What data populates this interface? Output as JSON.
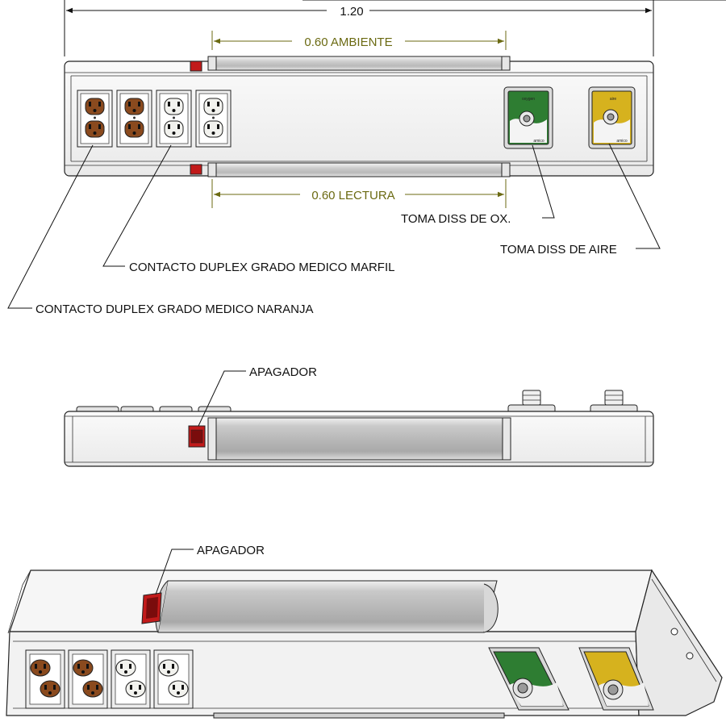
{
  "dimensions": {
    "total": "1.20",
    "ambient": "0.60 AMBIENTE",
    "reading": "0.60 LECTURA"
  },
  "labels": {
    "oxygen_outlet": "TOMA DISS DE OX.",
    "air_outlet": "TOMA DISS DE AIRE",
    "ivory_outlet": "CONTACTO DUPLEX GRADO MEDICO MARFIL",
    "orange_outlet": "CONTACTO DUPLEX GRADO MEDICO NARANJA",
    "switch_side": "APAGADOR",
    "switch_iso": "APAGADOR"
  },
  "gas_panels": {
    "oxygen_label": "oxygen",
    "air_label": "aire",
    "brand": "amico"
  },
  "colors": {
    "orange_receptacle": "#8a4a1e",
    "ivory_receptacle": "#f2f2ee",
    "oxygen_green": "#2e7d32",
    "air_yellow": "#d6b21e",
    "switch_red": "#c21a1a",
    "dimension_olive": "#6b6a12",
    "panel_gray": "#dadada"
  }
}
